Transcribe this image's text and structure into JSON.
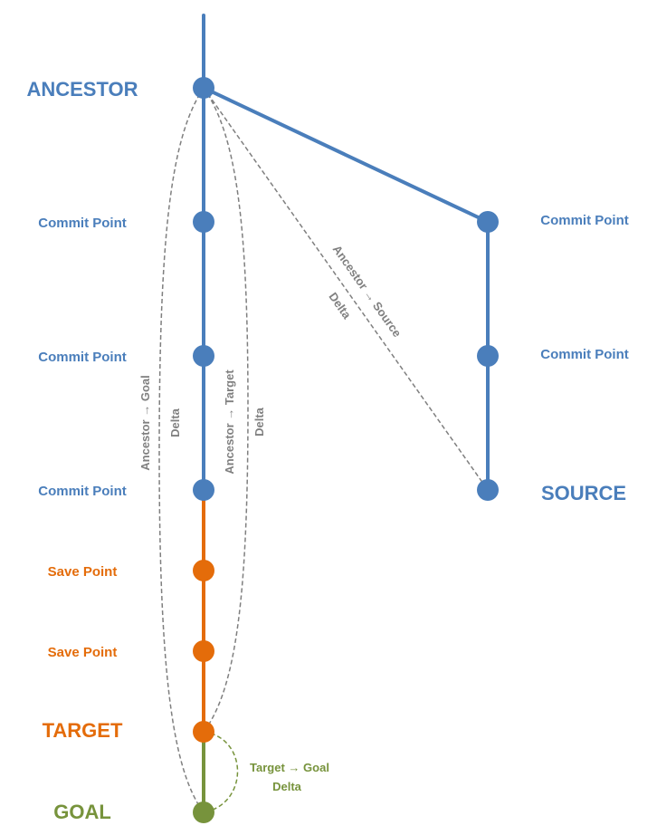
{
  "colors": {
    "commit": "#4a7ebb",
    "save": "#e46c0a",
    "goal": "#77933c",
    "dashed": "#7f7f7f",
    "label_commit": "#4a7ebb",
    "label_save": "#e46c0a",
    "label_goal": "#77933c",
    "label_delta": "#808080",
    "label_delta_green": "#77933c"
  },
  "labels": {
    "ancestor": "ANCESTOR",
    "commit_point": "Commit Point",
    "save_point": "Save Point",
    "target": "TARGET",
    "goal": "GOAL",
    "source": "SOURCE"
  },
  "deltas": {
    "ancestor_source": {
      "line1": "Ancestor → Source",
      "line2": "Delta"
    },
    "ancestor_goal": {
      "line1": "Ancestor → Goal",
      "line2": "Delta"
    },
    "ancestor_target": {
      "line1": "Ancestor → Target",
      "line2": "Delta"
    },
    "target_goal": {
      "line1": "Target → Goal",
      "line2": "Delta"
    }
  }
}
